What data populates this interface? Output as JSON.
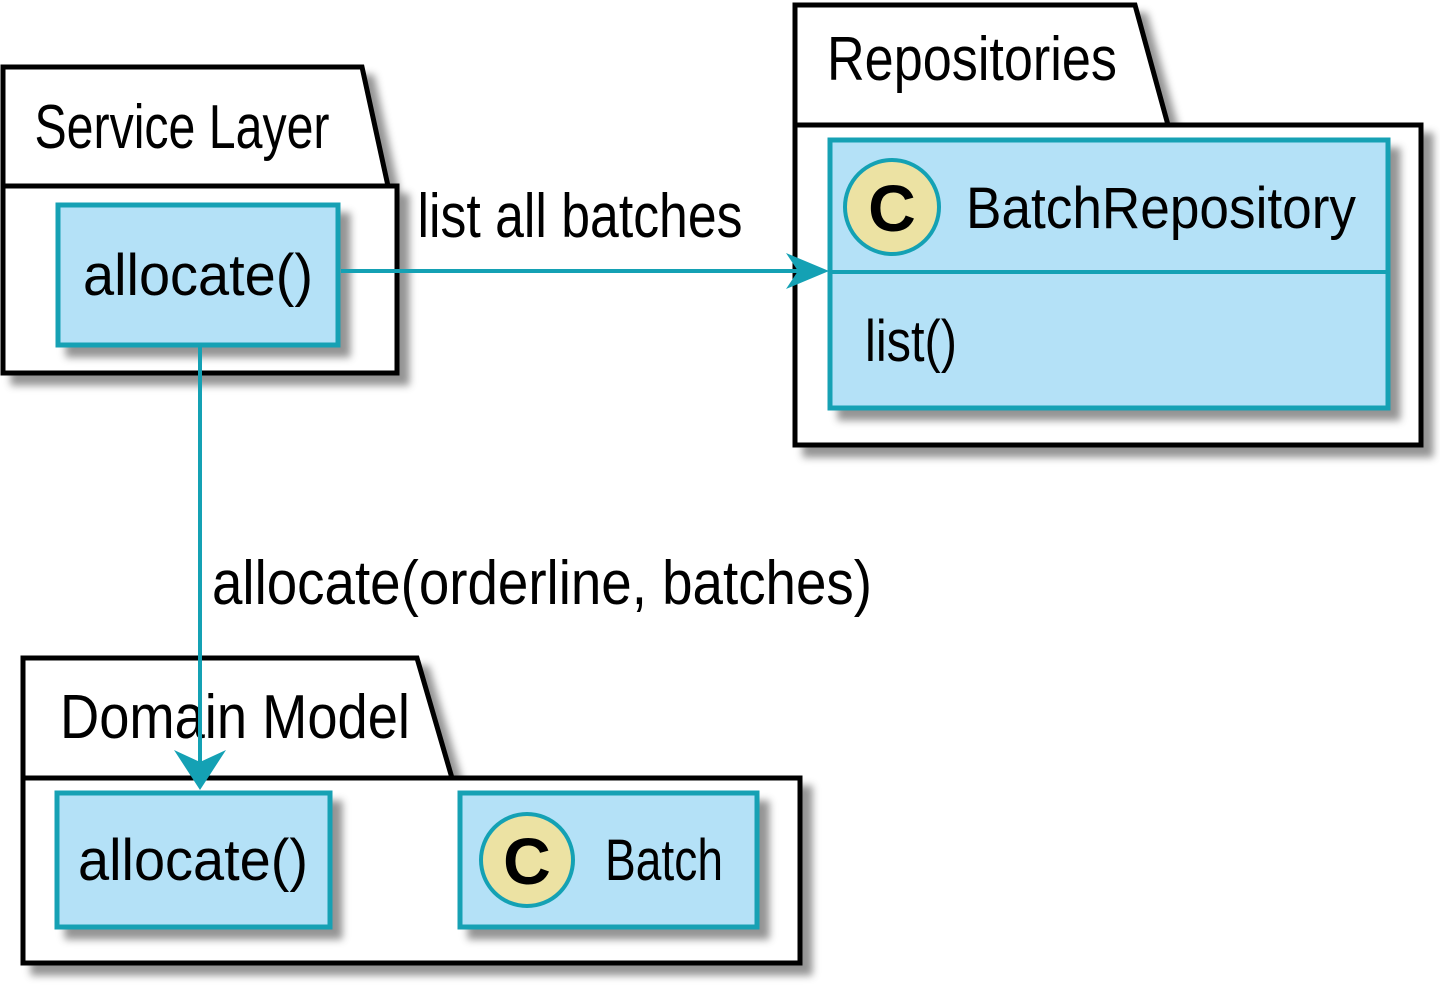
{
  "colors": {
    "teal": "#14a1b4",
    "box_fill": "#b4e1f7",
    "badge_fill": "#ece2a3",
    "outline": "#000000",
    "background": "#ffffff"
  },
  "service": {
    "title": "Service Layer",
    "method": "allocate()"
  },
  "repositories": {
    "title": "Repositories",
    "class": {
      "badge": "C",
      "name": "BatchRepository",
      "method": "list()"
    }
  },
  "domain": {
    "title": "Domain Model",
    "method": "allocate()",
    "class": {
      "badge": "C",
      "name": "Batch"
    }
  },
  "edges": {
    "service_to_repositories": "list all batches",
    "service_to_domain": "allocate(orderline, batches)"
  }
}
